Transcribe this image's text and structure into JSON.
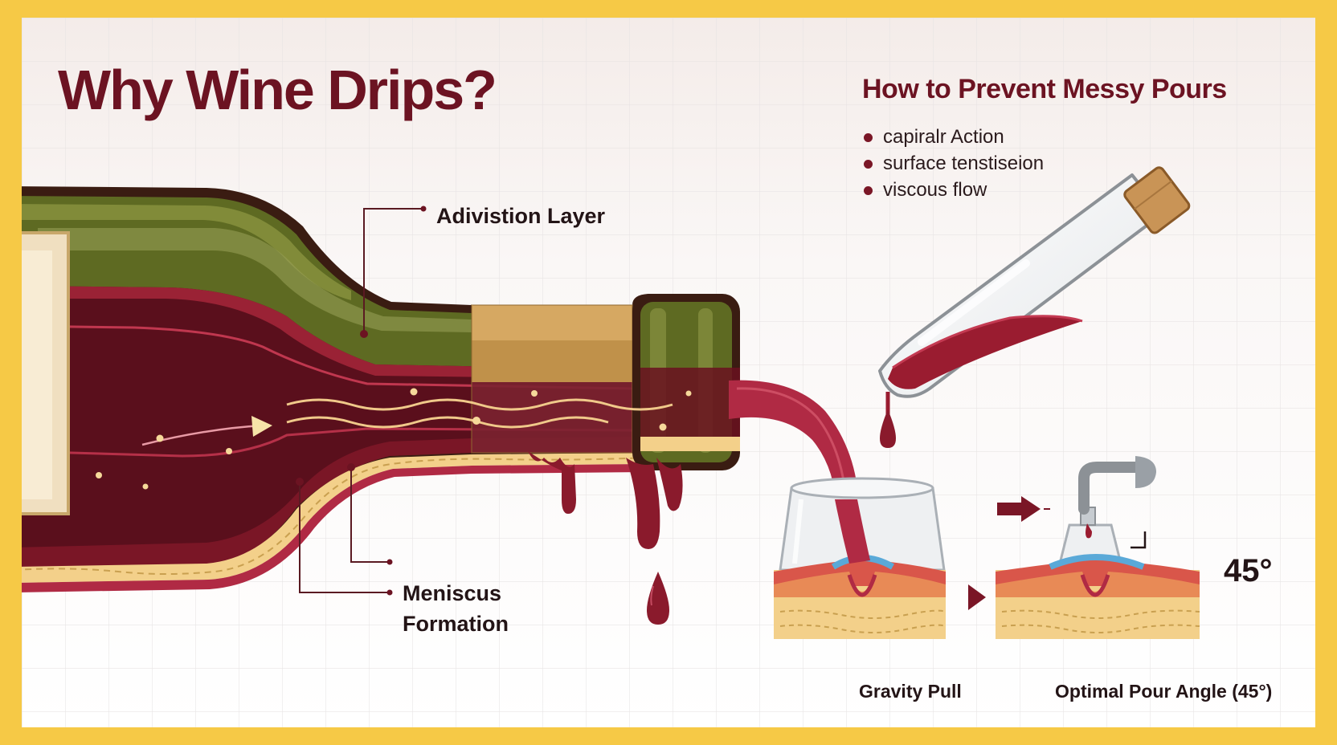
{
  "title": "Why Wine Drips?",
  "tips": {
    "heading": "How to Prevent Messy Pours",
    "items": [
      "capiralr Action",
      "surface tenstiseion",
      "viscous flow"
    ]
  },
  "callouts": {
    "top": "Adivistion Layer",
    "bottom_line1": "Meniscus",
    "bottom_line2": "Formation"
  },
  "panels": {
    "left_caption": "Gravity Pull",
    "right_caption": "Optimal Pour Angle (45°)",
    "angle": "45°"
  },
  "colors": {
    "frame": "#f6c946",
    "wine": "#7a1626",
    "bottle_glass": "#5f6a22",
    "title": "#6c1322"
  }
}
